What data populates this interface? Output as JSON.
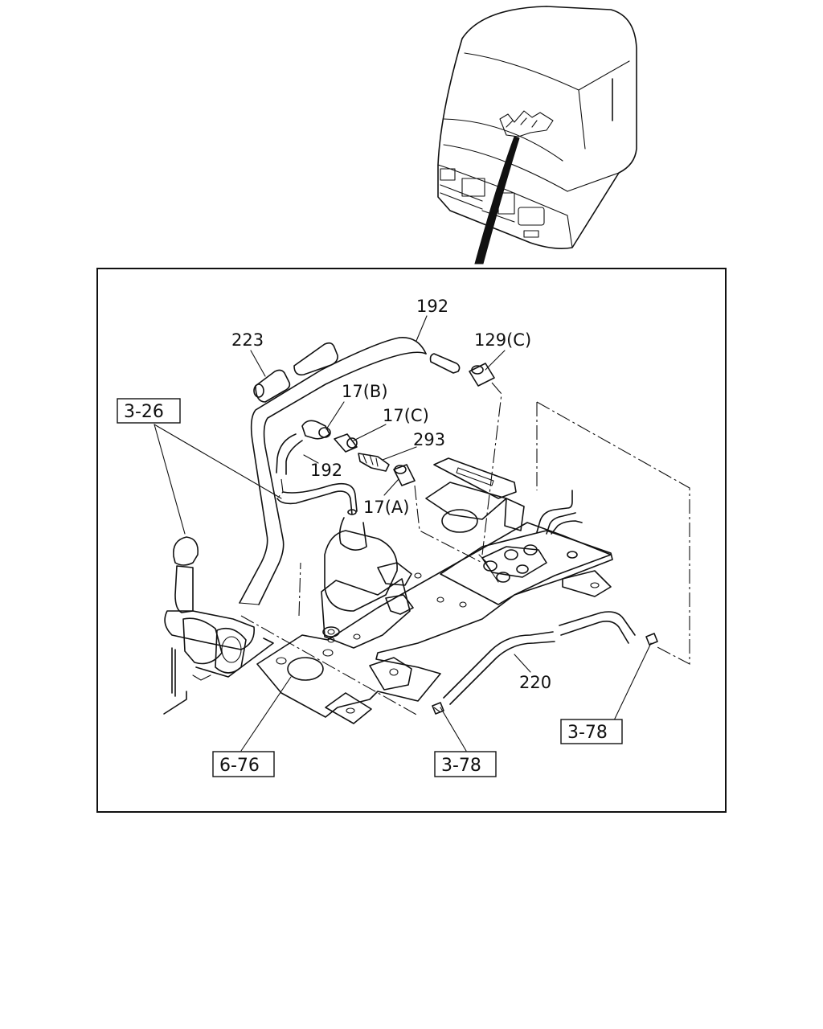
{
  "diagram": {
    "part_labels": {
      "p192_top": "192",
      "p223": "223",
      "p129c": "129(C)",
      "p17b": "17(B)",
      "p17c": "17(C)",
      "p293": "293",
      "p192_mid": "192",
      "p17a": "17(A)",
      "p220": "220"
    },
    "ref_boxes": {
      "r326": "3-26",
      "r676": "6-76",
      "r378_bottom": "3-78",
      "r378_right": "3-78"
    }
  }
}
